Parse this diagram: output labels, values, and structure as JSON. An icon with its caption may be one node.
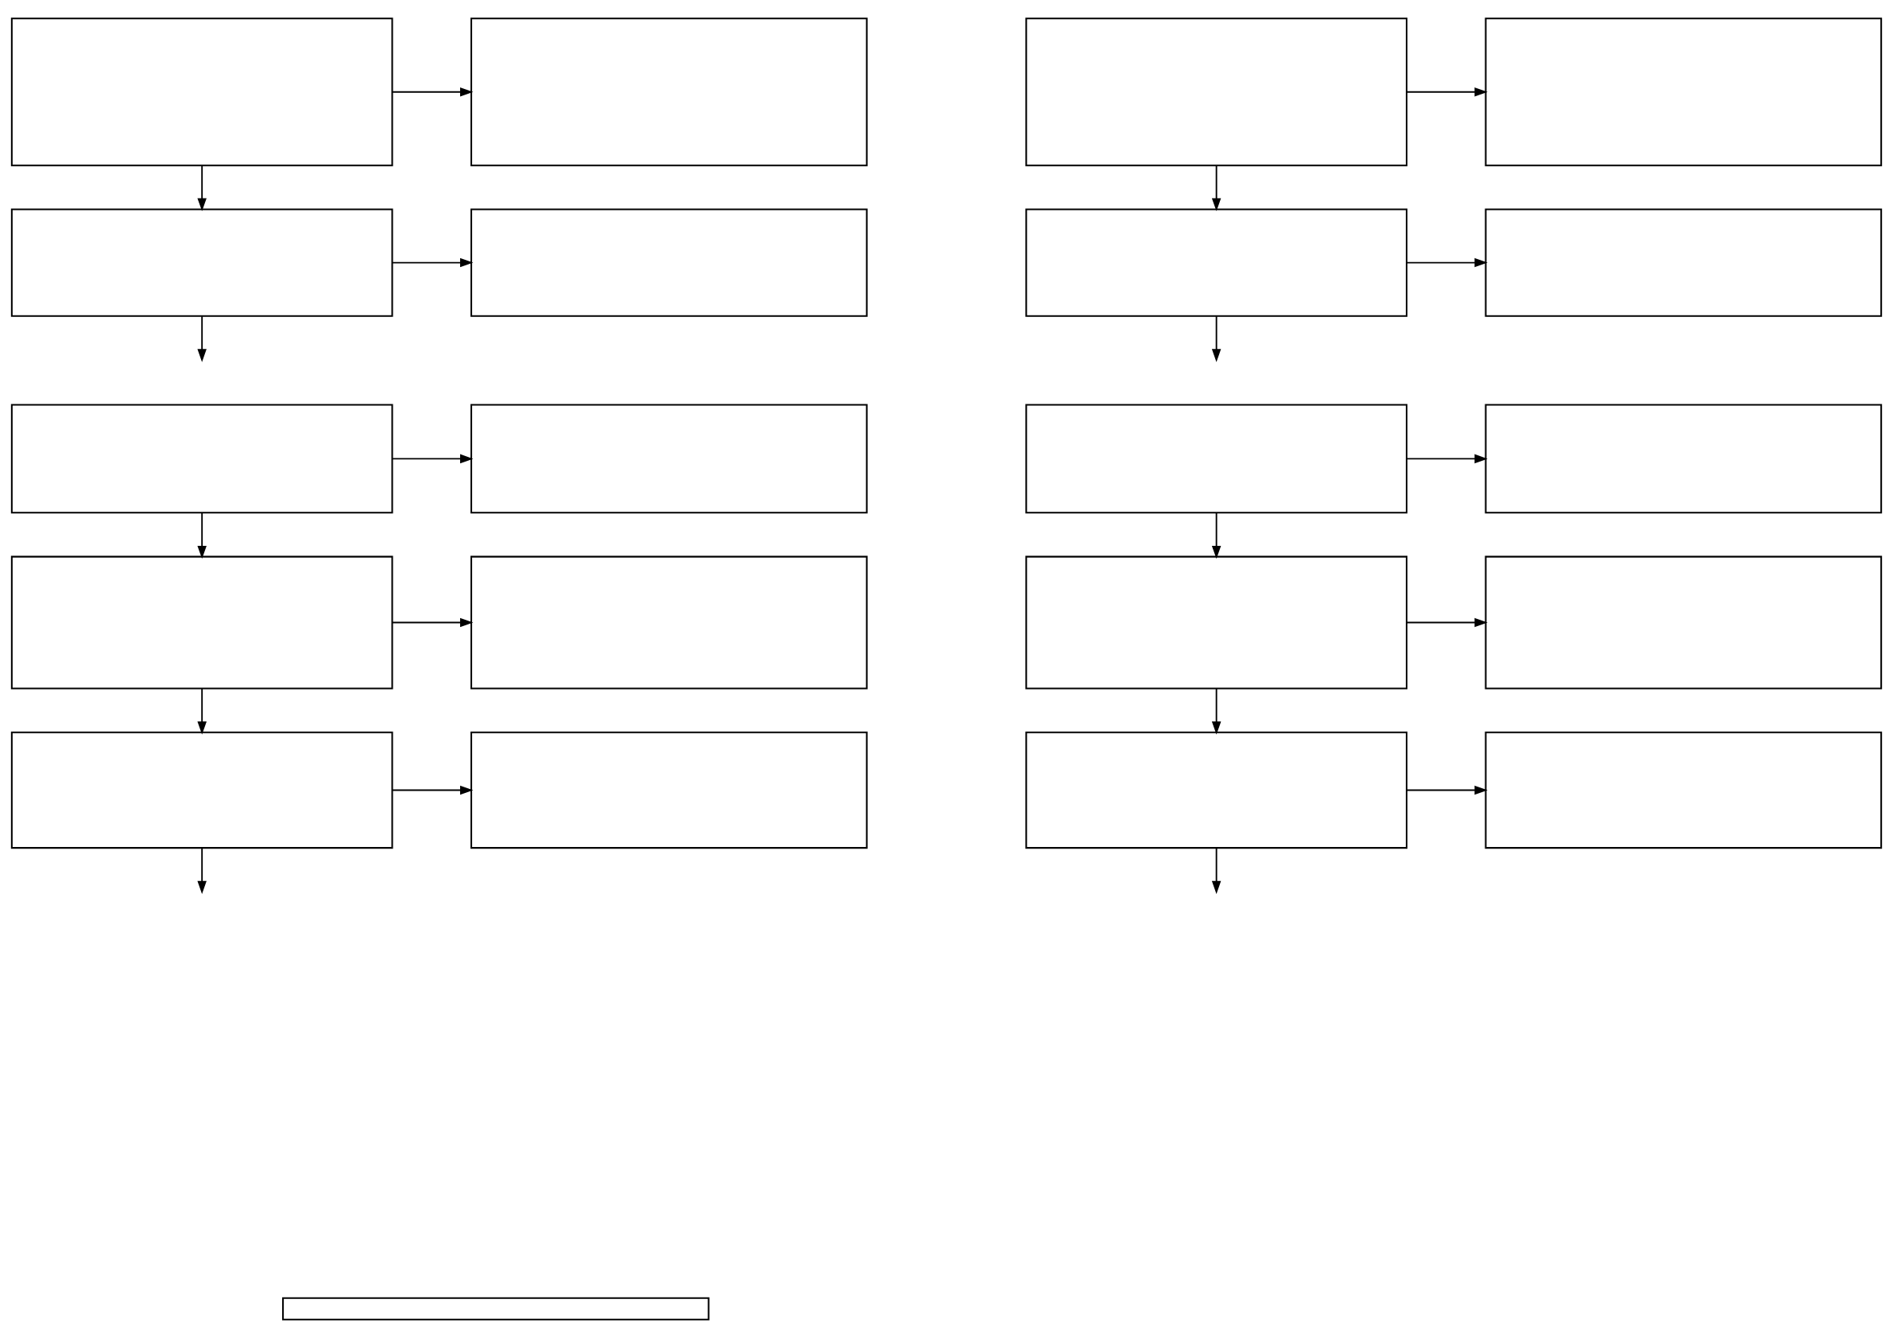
{
  "diagram": {
    "nodes": [
      {
        "text": [],
        "shape": "box"
      },
      {
        "text": [],
        "shape": "box"
      },
      {
        "text": [],
        "shape": "box"
      },
      {
        "text": [],
        "shape": "box"
      },
      {
        "text": [],
        "shape": "box"
      },
      {
        "text": [],
        "shape": "box"
      },
      {
        "text": [],
        "shape": "box"
      },
      {
        "text": [],
        "shape": "box"
      },
      {
        "text": [],
        "shape": "box"
      },
      {
        "text": [],
        "shape": "box"
      },
      {
        "text": [],
        "shape": "box"
      },
      {
        "text": [],
        "shape": "box"
      },
      {
        "text": [],
        "shape": "box"
      },
      {
        "text": [],
        "shape": "box"
      },
      {
        "text": [],
        "shape": "box"
      },
      {
        "text": [],
        "shape": "box"
      },
      {
        "text": [],
        "shape": "box"
      },
      {
        "text": [],
        "shape": "box"
      },
      {
        "text": [],
        "shape": "box"
      },
      {
        "text": [],
        "shape": "box"
      },
      {
        "text": [],
        "shape": "box"
      }
    ],
    "edges": [
      {
        "from": 0,
        "to": 1,
        "arrow": "to"
      },
      {
        "from": 0,
        "to": 4,
        "arrow": "to"
      },
      {
        "from": 4,
        "to": 5,
        "arrow": "to"
      },
      {
        "from": 4,
        "to": null,
        "arrow": "to"
      },
      {
        "from": 2,
        "to": 3,
        "arrow": "to"
      },
      {
        "from": 2,
        "to": 6,
        "arrow": "to"
      },
      {
        "from": 6,
        "to": 7,
        "arrow": "to"
      },
      {
        "from": 6,
        "to": null,
        "arrow": "to"
      },
      {
        "from": 8,
        "to": 9,
        "arrow": "to"
      },
      {
        "from": 8,
        "to": 12,
        "arrow": "to"
      },
      {
        "from": 12,
        "to": 13,
        "arrow": "to"
      },
      {
        "from": 12,
        "to": 16,
        "arrow": "to"
      },
      {
        "from": 16,
        "to": 17,
        "arrow": "to"
      },
      {
        "from": 16,
        "to": null,
        "arrow": "to"
      },
      {
        "from": 10,
        "to": 11,
        "arrow": "to"
      },
      {
        "from": 10,
        "to": 14,
        "arrow": "to"
      },
      {
        "from": 14,
        "to": 15,
        "arrow": "to"
      },
      {
        "from": 14,
        "to": 18,
        "arrow": "to"
      },
      {
        "from": 18,
        "to": 19,
        "arrow": "to"
      },
      {
        "from": 18,
        "to": null,
        "arrow": "to"
      }
    ]
  }
}
